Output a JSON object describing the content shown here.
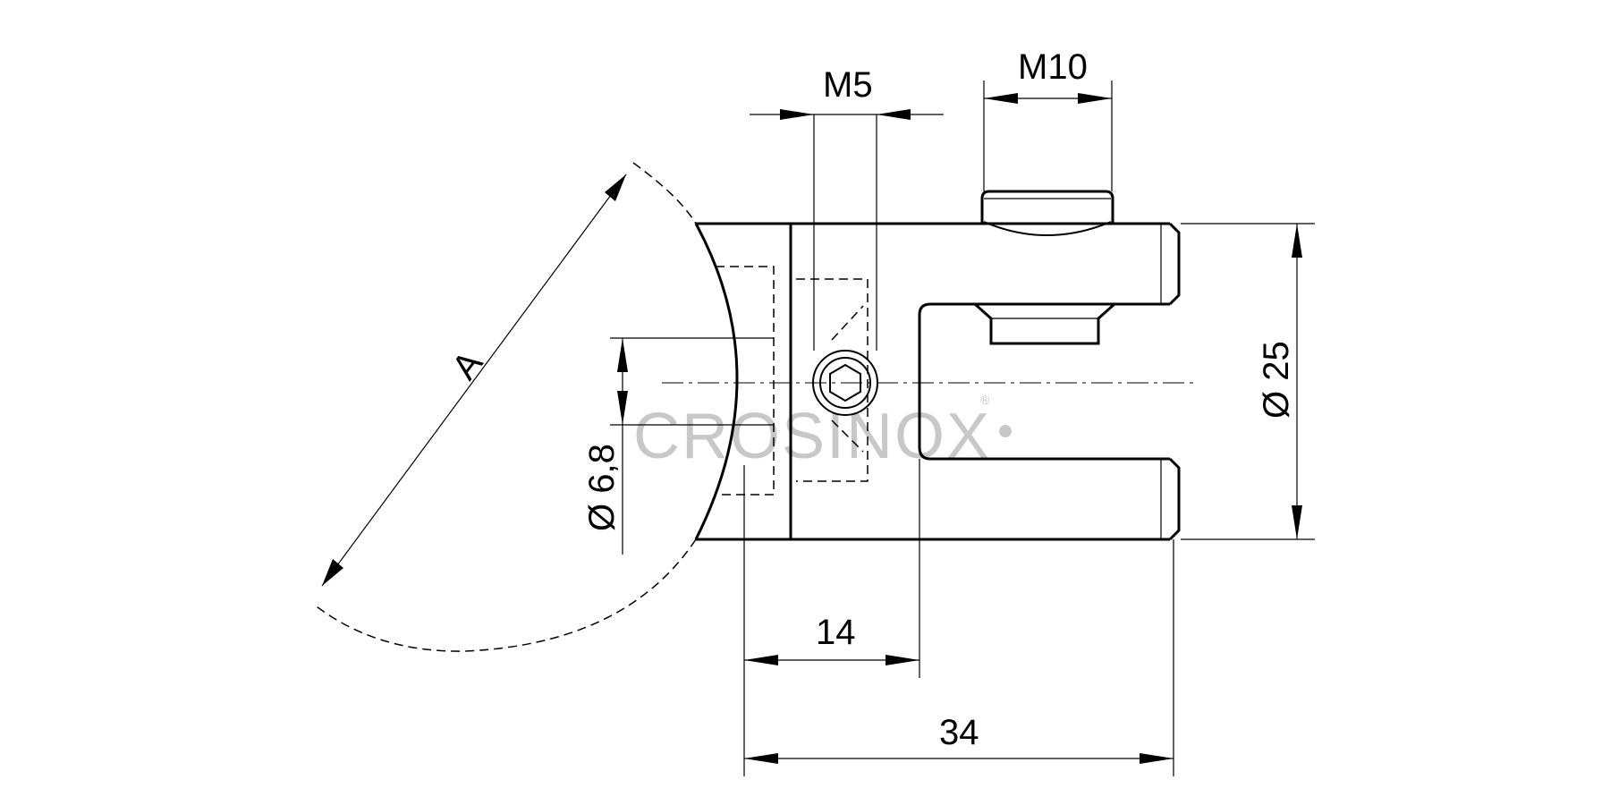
{
  "drawing": {
    "dimensions": {
      "m5": "M5",
      "m10": "M10",
      "diameter_25": "Ø 25",
      "diameter_6_8": "Ø 6,8",
      "length_14": "14",
      "length_34": "34",
      "radius_a": "A"
    },
    "watermark": {
      "text": "CROSINOX",
      "registered": "®"
    },
    "colors": {
      "line": "#000000",
      "watermark": "#c8c8c8",
      "background": "#ffffff"
    }
  }
}
